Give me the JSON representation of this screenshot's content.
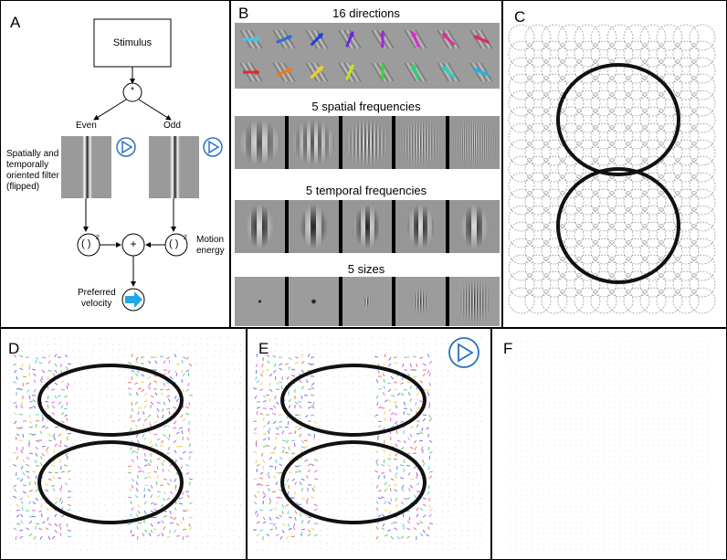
{
  "panels": {
    "a": {
      "label": "A",
      "stimulus": "Stimulus",
      "multiply": "*",
      "even": "Even",
      "odd": "Odd",
      "filter_desc": [
        "Spatially and",
        "temporally",
        "oriented filter",
        "(flipped)"
      ],
      "square_left": "( )",
      "square_right": "( )",
      "power": "2",
      "plus": "+",
      "motion_energy": [
        "Motion",
        "energy"
      ],
      "preferred_velocity": [
        "Preferred",
        "velocity"
      ]
    },
    "b": {
      "label": "B",
      "directions_title": "16 directions",
      "spatial_title": "5 spatial frequencies",
      "temporal_title": "5 temporal frequencies",
      "sizes_title": "5 sizes",
      "direction_colors": [
        "#3fc9ec",
        "#2a6fd6",
        "#1e3fd8",
        "#6a2ad8",
        "#a02ad8",
        "#d82ac8",
        "#e02a9a",
        "#e02a5a",
        "#e02a2a",
        "#ee7a1a",
        "#f2d21a",
        "#c6e21a",
        "#3cd23a",
        "#22d27a",
        "#22d2c2",
        "#22b2e2"
      ]
    },
    "c": {
      "label": "C"
    },
    "d": {
      "label": "D"
    },
    "e": {
      "label": "E"
    },
    "f": {
      "label": "F"
    }
  },
  "icons": {
    "play": "play-icon",
    "velocity_arrow": "arrow-right-icon"
  },
  "colors": {
    "play_blue": "#2a72c4",
    "arrow_blue": "#1fa7e6"
  }
}
